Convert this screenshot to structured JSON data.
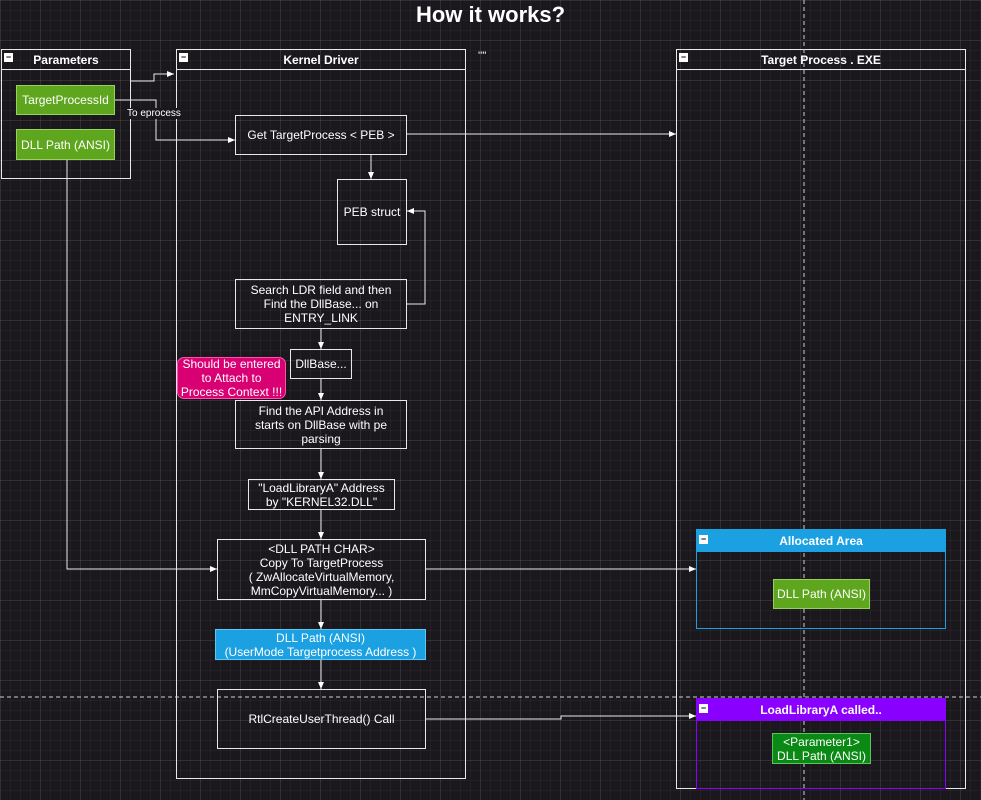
{
  "title": "How it works?",
  "stray_mark": "''''",
  "lanes": {
    "parameters": "Parameters",
    "kernel": "Kernel Driver",
    "target": "Target Process . EXE",
    "allocated": "Allocated Area",
    "loadlib": "LoadLibraryA called.."
  },
  "collapse_glyph": "−",
  "params": {
    "pid": "TargetProcessId",
    "dll": "DLL Path (ANSI)"
  },
  "edge_label": "To eprocess",
  "steps": {
    "get_peb": "Get TargetProcess < PEB >",
    "peb_struct": "PEB struct",
    "search_ldr": "Search LDR field and then Find the DllBase... on ENTRY_LINK",
    "dllbase": "DllBase...",
    "note": "Should be entered to Attach to Process Context !!!",
    "find_api": "Find the API Address in starts on DllBase with pe parsing",
    "loadlibrary_addr": "\"LoadLibraryA\" Address by \"KERNEL32.DLL\"",
    "copy_line1": "<DLL PATH CHAR>",
    "copy_line2": "Copy To TargetProcess",
    "copy_line3": "( ZwAllocateVirtualMemory,",
    "copy_line4": "MmCopyVirtualMemory... )",
    "usermode_line1": "DLL Path (ANSI)",
    "usermode_line2": "(UserMode Targetprocess Address )",
    "rtl": "RtlCreateUserThread() Call"
  },
  "allocated_item": "DLL Path (ANSI)",
  "loadlib_line1": "<Parameter1>",
  "loadlib_line2": "DLL Path (ANSI)",
  "colors": {
    "background": "#1a171d",
    "green": "#5ea61e",
    "dark_green": "#0a8a14",
    "blue": "#1ba1e2",
    "purple": "#8a00ff",
    "pink": "#d80073"
  }
}
